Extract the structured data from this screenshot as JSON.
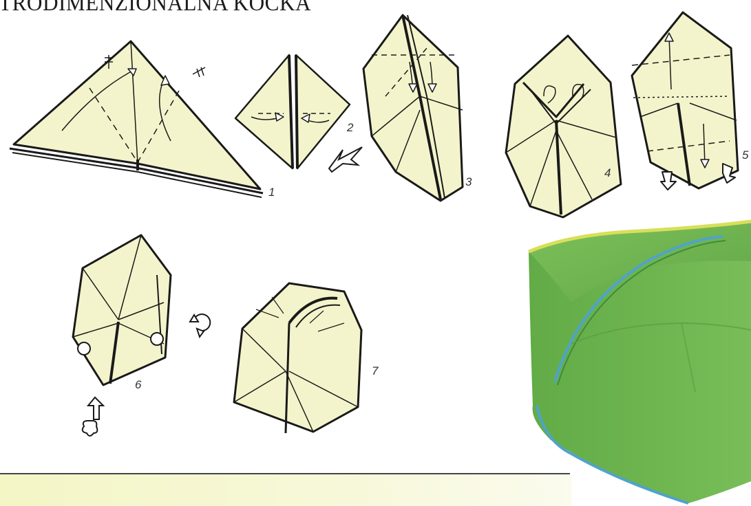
{
  "title": "TRODIMENZIONALNA KOCKA",
  "steps": [
    "1",
    "2",
    "3",
    "4",
    "5",
    "6",
    "7"
  ],
  "colors": {
    "paper": "#f4f4cc",
    "line": "#1a1a1a",
    "cube_green": "#6fb24f",
    "cube_edge_yellow": "#d8df5a",
    "cube_edge_blue": "#4fa3c9",
    "band": "#f4f6c6"
  },
  "icons": [
    "fold-arrow-icon",
    "turn-over-icon",
    "rotate-icon",
    "inflate-icon",
    "mountain-fold-icon",
    "valley-fold-icon"
  ]
}
